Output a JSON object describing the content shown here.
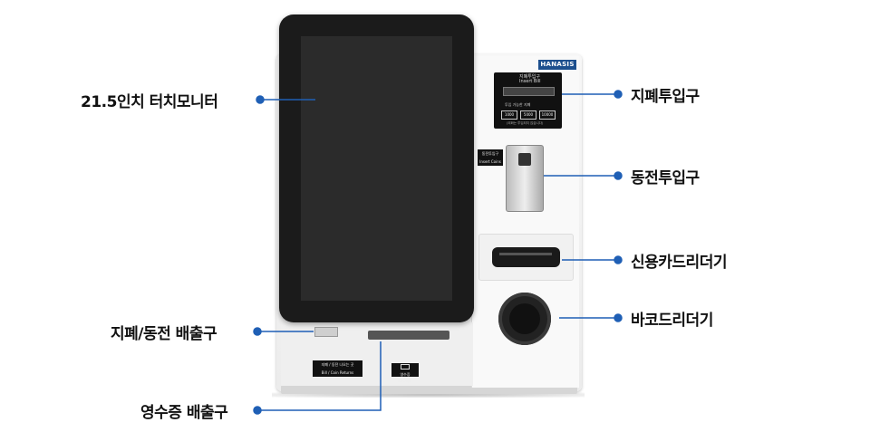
{
  "callouts": {
    "monitor": "21.5인치 터치모니터",
    "bill_inlet": "지폐투입구",
    "coin_inlet": "동전투입구",
    "card_reader": "신용카드리더기",
    "barcode_reader": "바코드리더기",
    "return_outlet": "지폐/동전 배출구",
    "receipt_outlet": "영수증 배출구"
  },
  "device": {
    "brand": "HANASIS",
    "bill_panel_title": "지폐투입구\nInsert Bill",
    "bill_panel_sub": "투입 가능한 지폐",
    "bill_denoms": [
      "1000",
      "5000",
      "10000"
    ],
    "bill_panel_note": "(외화는 투입되지 않습니다)",
    "coin_tag": "동전투입구\nInsert Coins",
    "return_tag": "지폐 / 동전 나오는 곳\nBill / Coin Returns",
    "receipt_tag": "영수증\nReceipt"
  },
  "colors": {
    "leader": "#1f5fb5",
    "brand": "#1d4f8e"
  }
}
